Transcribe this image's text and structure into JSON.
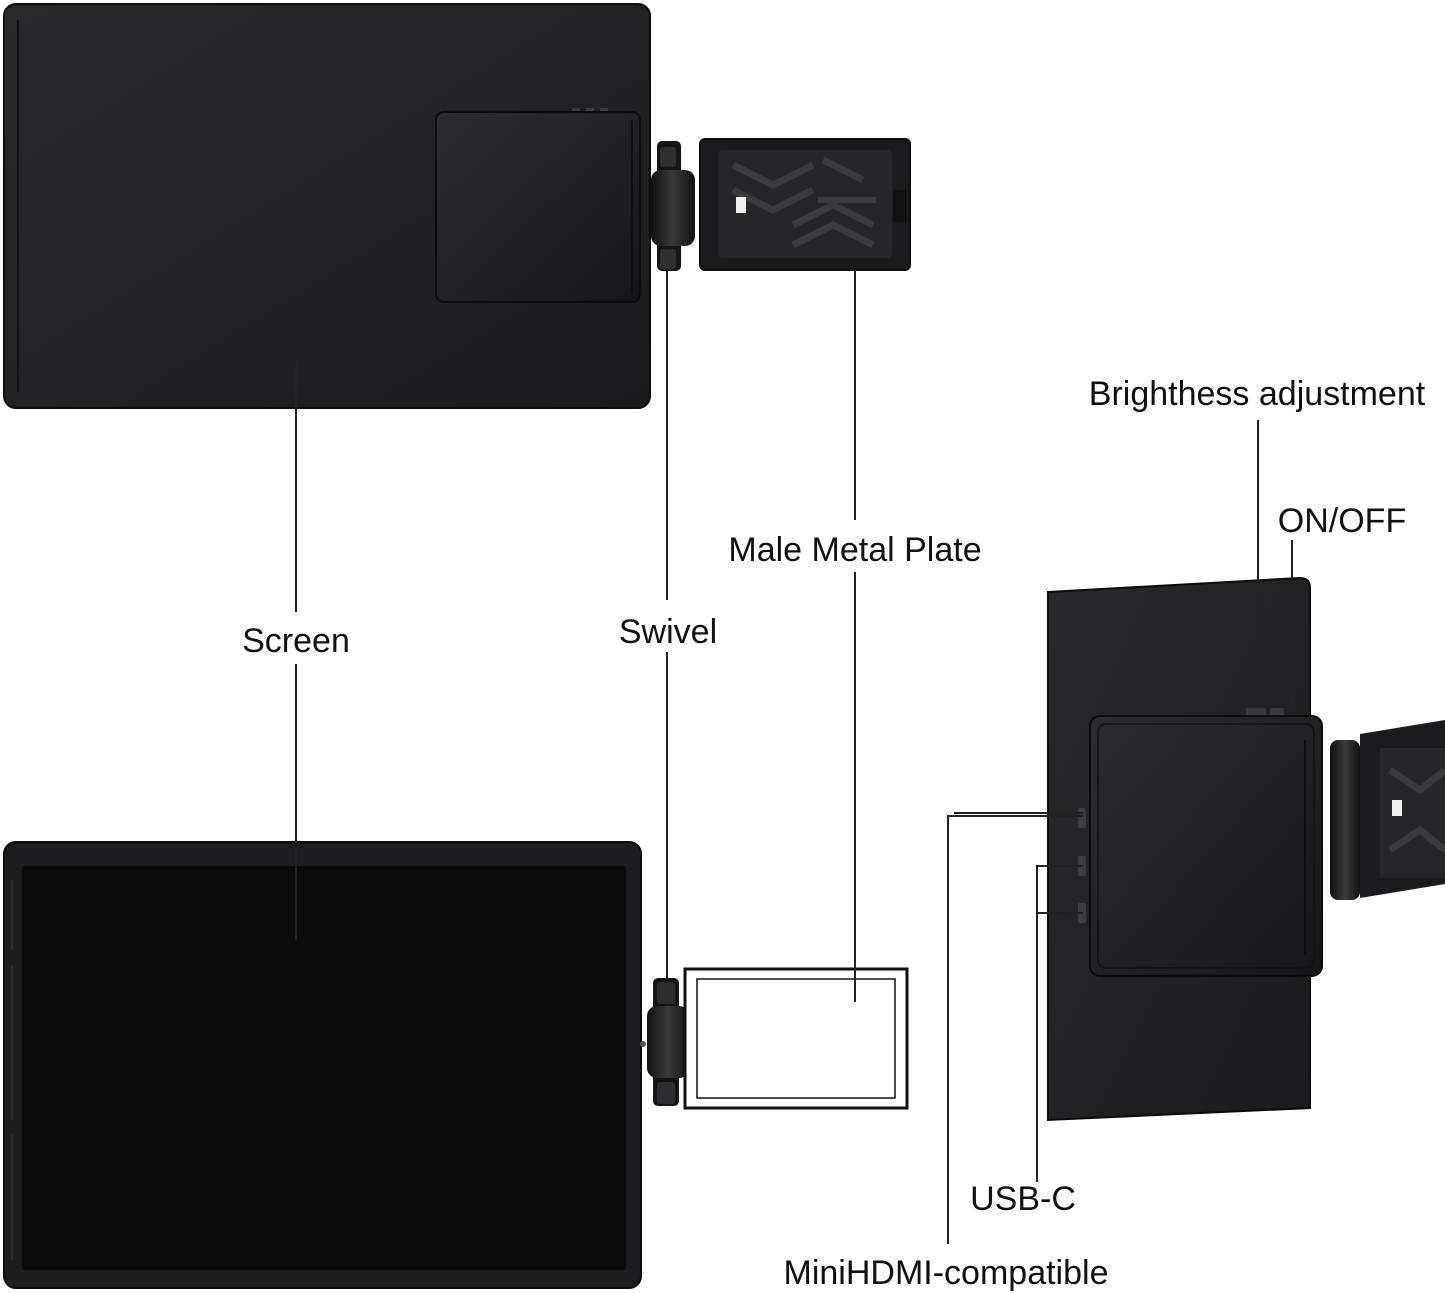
{
  "labels": {
    "screen": "Screen",
    "swivel": "Swivel",
    "male_metal_plate": "Male Metal Plate",
    "brightness_adjustment": "Brighthess adjustment",
    "on_off": "ON/OFF",
    "usb_c": "USB-C",
    "mini_hdmi": "MiniHDMI-compatible"
  },
  "colors": {
    "device_body": "#1c1c1e",
    "screen_glass": "#0a0a0a",
    "leader_line": "#222222",
    "frame_outline": "#111111",
    "background": "#ffffff"
  },
  "icons": [
    "hinge-icon",
    "bracket-plate-icon",
    "port-icon"
  ]
}
